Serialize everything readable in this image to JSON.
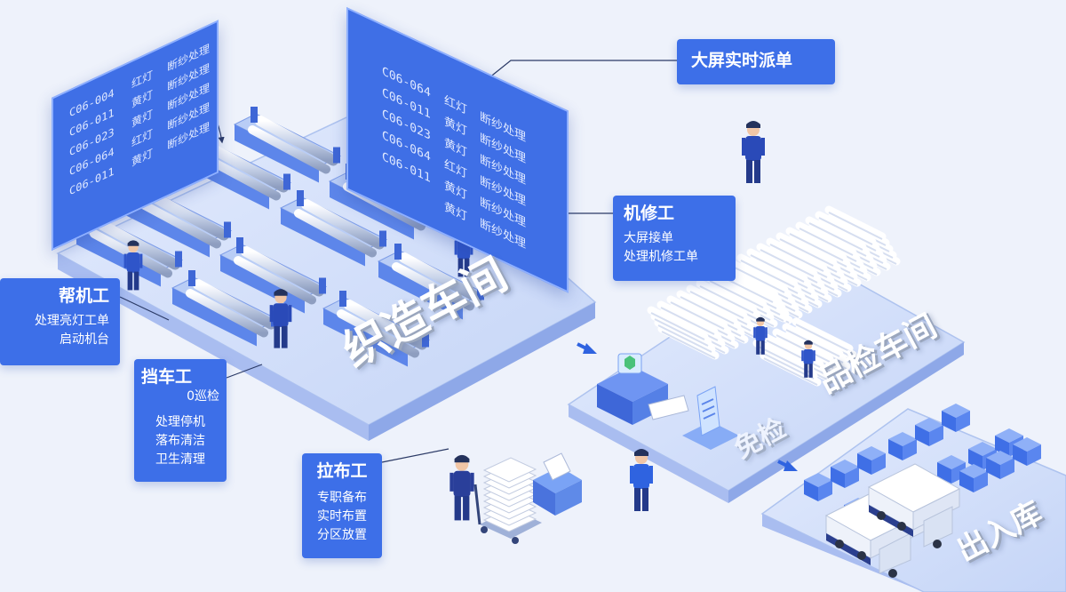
{
  "callouts": {
    "dispatch": {
      "title": "大屏实时派单"
    },
    "mechanic": {
      "title": "机修工",
      "lines": [
        "大屏接单",
        "处理机修工单"
      ]
    },
    "helper": {
      "title": "帮机工",
      "lines": [
        "处理亮灯工单",
        "启动机台"
      ]
    },
    "operator": {
      "title": "挡车工",
      "lines": [
        "0巡检",
        "处理停机",
        "落布清洁",
        "卫生清理"
      ]
    },
    "hauler": {
      "title": "拉布工",
      "lines": [
        "专职备布",
        "实时布置",
        "分区放置"
      ]
    }
  },
  "zones": {
    "weaving": "织造车间",
    "inspection": "品检车间",
    "exempt": "免检",
    "warehouse": "出入库"
  },
  "screens": {
    "left": {
      "rows": [
        [
          "C06-004",
          "红灯",
          "断纱处理"
        ],
        [
          "C06-011",
          "黄灯",
          "断纱处理"
        ],
        [
          "C06-023",
          "黄灯",
          "断纱处理"
        ],
        [
          "C06-064",
          "红灯",
          "断纱处理"
        ],
        [
          "C06-011",
          "黄灯",
          "断纱处理"
        ]
      ]
    },
    "right": {
      "rows": [
        [
          "C06-064",
          "红灯",
          "断纱处理"
        ],
        [
          "C06-011",
          "黄灯",
          "断纱处理"
        ],
        [
          "C06-023",
          "黄灯",
          "断纱处理"
        ],
        [
          "C06-064",
          "红灯",
          "断纱处理"
        ],
        [
          "C06-011",
          "黄灯",
          "断纱处理"
        ],
        [
          "",
          "黄灯",
          "断纱处理"
        ]
      ]
    }
  },
  "colors": {
    "accent": "#3d6fe8",
    "background": "#eef2fb",
    "floor": "#cfdcf8",
    "screen": "#3f6fe6"
  }
}
